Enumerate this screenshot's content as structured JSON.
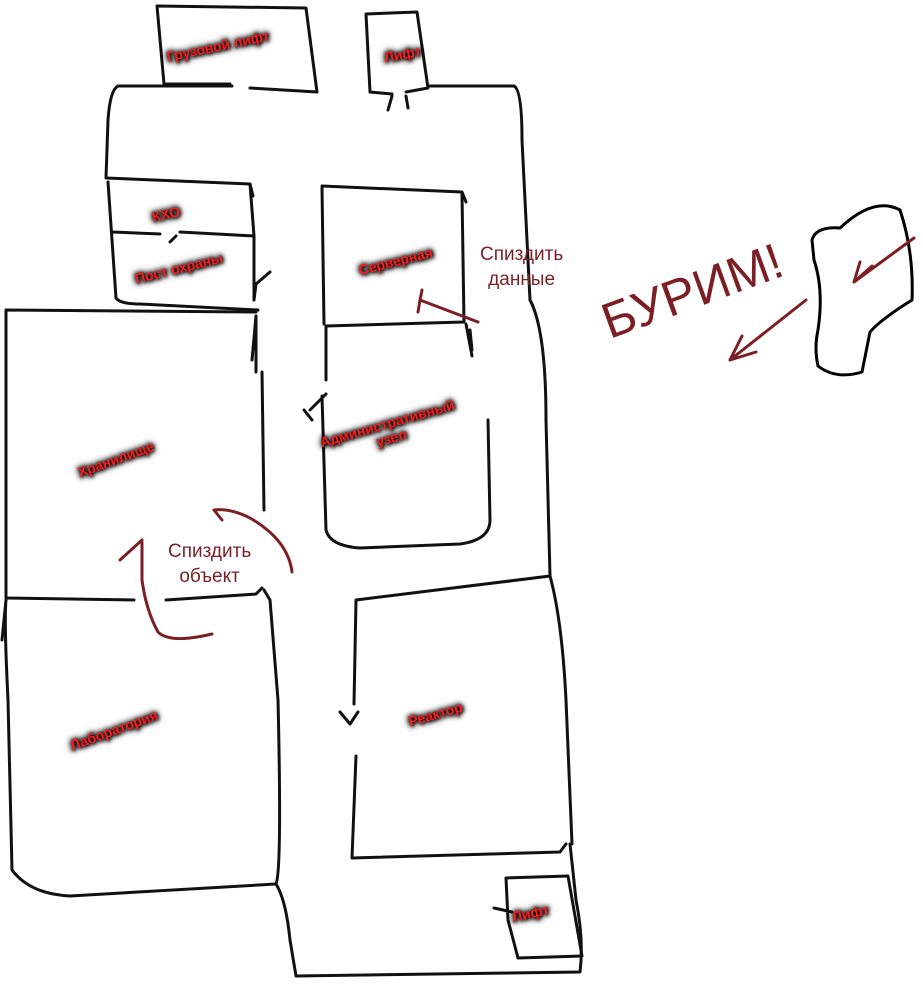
{
  "colors": {
    "walls": "#111111",
    "annotation": "#7b1f24",
    "room_label_text": "#ff1a1a",
    "room_label_glow": "#000000",
    "background": "#ffffff"
  },
  "rooms": {
    "cargo_lift": "Грузовой лифт",
    "lift_top": "Лифт",
    "kho": "КХО",
    "guard_post": "Пост охраны",
    "server_room": "Серверная",
    "storage": "Хранилище",
    "admin_node_line1": "Административный",
    "admin_node_line2": "узел",
    "laboratory": "Лаборатория",
    "reactor": "Реактор",
    "lift_bottom": "Лифт"
  },
  "annotations": {
    "steal_data_line1": "Спиздить",
    "steal_data_line2": "данные",
    "steal_object_line1": "Спиздить",
    "steal_object_line2": "объект",
    "drill": "БУРИМ!"
  }
}
